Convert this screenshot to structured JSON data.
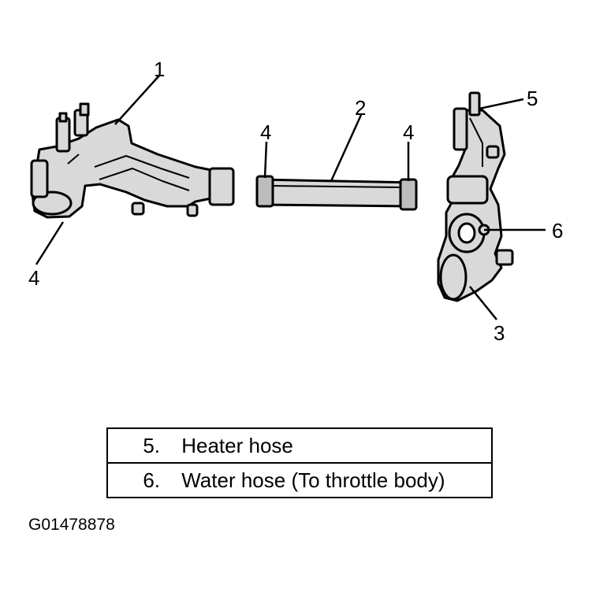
{
  "diagram": {
    "callouts": {
      "c1": "1",
      "c2": "2",
      "c3": "3",
      "c4_left": "4",
      "c4_hose_left": "4",
      "c4_hose_right": "4",
      "c5": "5",
      "c6": "6"
    }
  },
  "legend": {
    "rows": [
      {
        "number": "5.",
        "description": "Heater hose"
      },
      {
        "number": "6.",
        "description": "Water hose (To throttle body)"
      }
    ]
  },
  "figure_id": "G01478878",
  "colors": {
    "ink": "#000000",
    "part_fill": "#d9d9d9",
    "background": "#ffffff"
  }
}
